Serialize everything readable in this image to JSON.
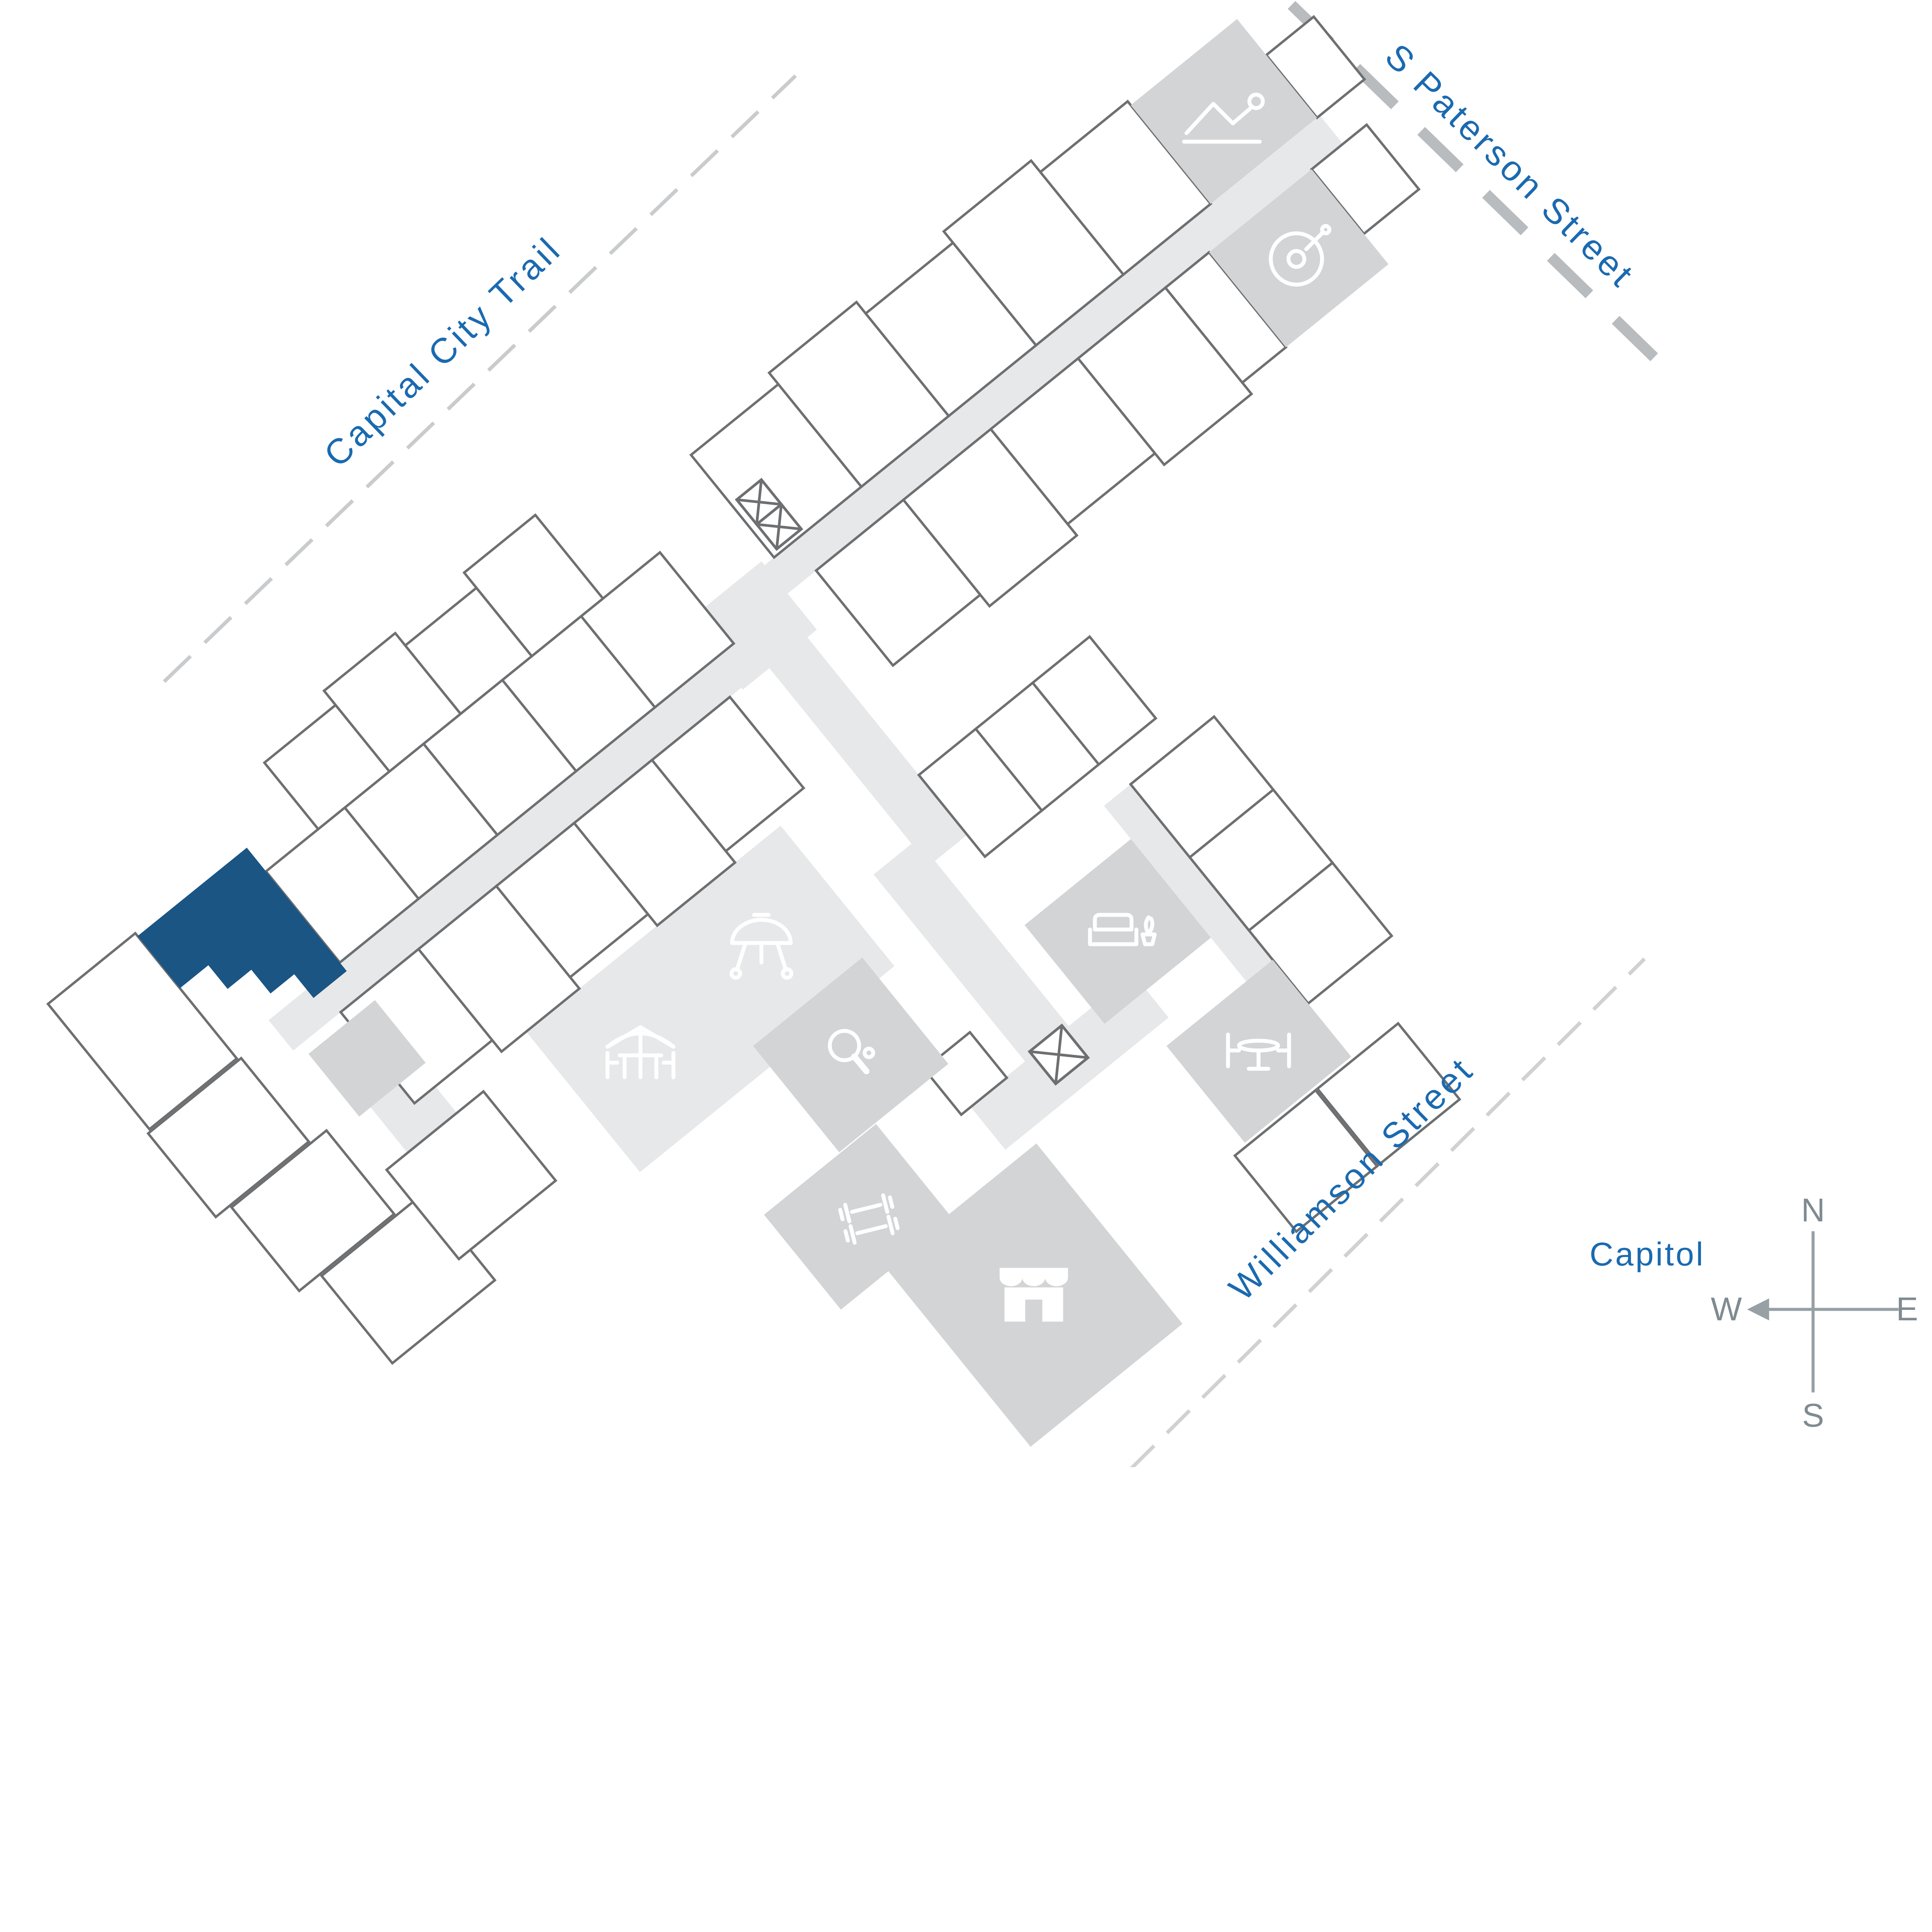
{
  "map": {
    "streets": [
      {
        "id": "capital-city-trail",
        "name": "Capital City Trail"
      },
      {
        "id": "s-paterson-street",
        "name": "S Paterson Street"
      },
      {
        "id": "williamson-street",
        "name": "Williamson Street"
      }
    ],
    "landmarks": [
      {
        "id": "capitol",
        "name": "Capitol"
      }
    ],
    "compass": {
      "north": "N",
      "south": "S",
      "east": "E",
      "west": "W"
    },
    "amenities": [
      {
        "id": "yoga-studio",
        "icon": "yoga-icon"
      },
      {
        "id": "music-room",
        "icon": "record-player-icon"
      },
      {
        "id": "bbq-area",
        "icon": "bbq-grill-icon"
      },
      {
        "id": "patio-dining",
        "icon": "umbrella-table-icon"
      },
      {
        "id": "table-tennis",
        "icon": "ping-pong-icon"
      },
      {
        "id": "lounge",
        "icon": "armchair-icon"
      },
      {
        "id": "outdoor-dining",
        "icon": "dining-table-icon"
      },
      {
        "id": "fitness-center",
        "icon": "dumbbells-icon"
      },
      {
        "id": "market",
        "icon": "storefront-icon"
      }
    ],
    "highlighted_unit": {
      "color": "#1a5584"
    },
    "colors": {
      "highlight_blue": "#1a5584",
      "label_blue": "#1a6ab0",
      "unit_fill": "#ffffff",
      "unit_stroke": "#6e6f71",
      "amenity_fill": "#d2d4d5",
      "walkway_fill": "#e7e8e9",
      "trail_dash": "#c9cbcd",
      "street_dash": "#b9bcbe",
      "compass_gray": "#7f8b91"
    }
  }
}
